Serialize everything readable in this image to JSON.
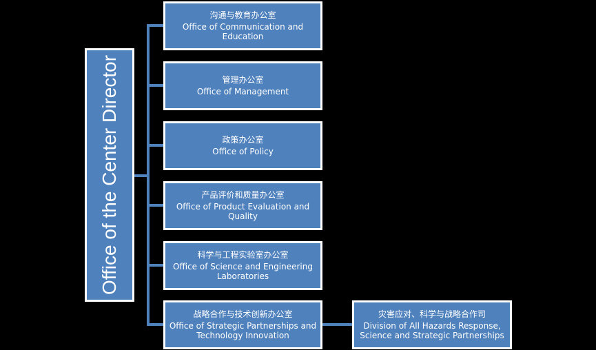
{
  "director": {
    "label": "Office of the Center Director"
  },
  "offices": [
    {
      "zh": "沟通与教育办公室",
      "en": "Office of Communication and Education"
    },
    {
      "zh": "管理办公室",
      "en": "Office of Management"
    },
    {
      "zh": "政策办公室",
      "en": "Office of Policy"
    },
    {
      "zh": "产品评价和质量办公室",
      "en": "Office of Product Evaluation and Quality"
    },
    {
      "zh": "科学与工程实验室办公室",
      "en": "Office of Science and Engineering Laboratories"
    },
    {
      "zh": "战略合作与技术创新办公室",
      "en": "Office of Strategic Partnerships and Technology Innovation"
    }
  ],
  "division": {
    "zh": "灾害应对、科学与战略合作司",
    "en": "Division of All Hazards Response, Science and Strategic Partnerships"
  },
  "colors": {
    "box_fill": "#4F81BD",
    "box_border": "#FFFFFF",
    "connector": "#4F81BD",
    "background": "#000000"
  }
}
